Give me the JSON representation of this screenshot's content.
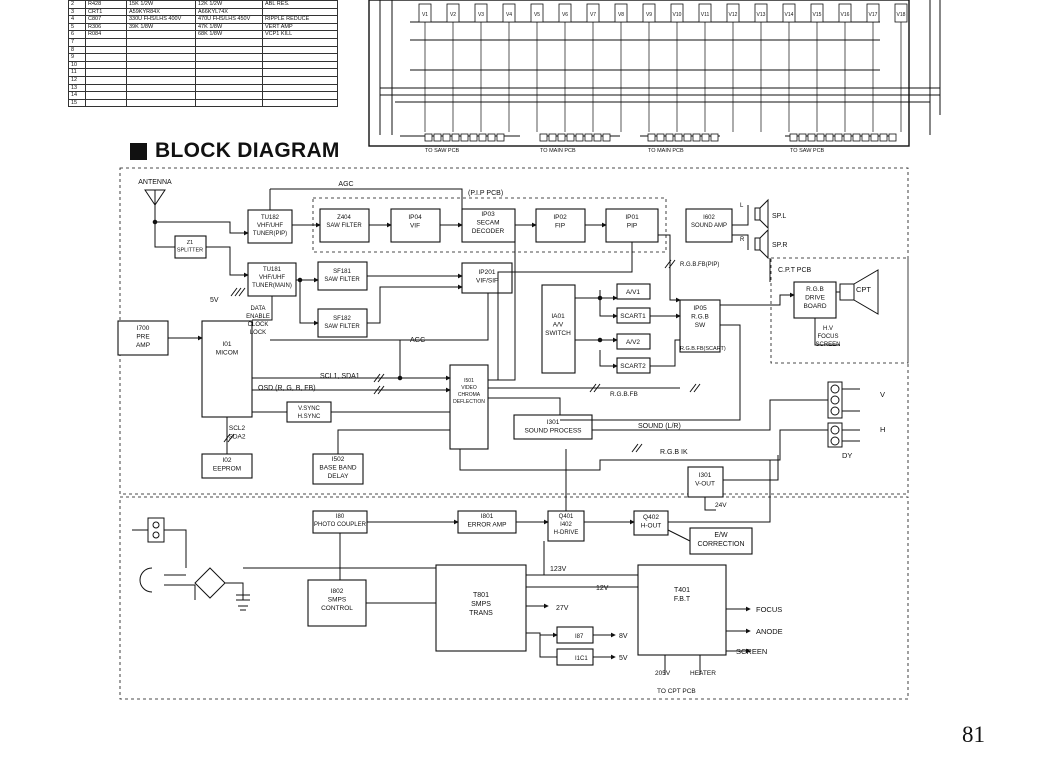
{
  "page_title": "BLOCK DIAGRAM",
  "page_number": "81",
  "parts_table": {
    "rows": [
      {
        "no": "2",
        "ref": "R428",
        "orig": "15K 1/2W",
        "new": "12K 1/2W",
        "func": "ABL RES."
      },
      {
        "no": "3",
        "ref": "CRT1",
        "orig": "A59KYR84X",
        "new": "A66KYL74X",
        "func": ""
      },
      {
        "no": "4",
        "ref": "C807",
        "orig": "330U FHS/LHS 400V",
        "new": "470U FHS/LHS 450V",
        "func": "RIPPLE REDUCE"
      },
      {
        "no": "5",
        "ref": "R306",
        "orig": "39K 1/8W",
        "new": "47K 1/8W",
        "func": "VERT AMP"
      },
      {
        "no": "6",
        "ref": "R084",
        "orig": "",
        "new": "68K 1/8W",
        "func": "VCP1 KILL"
      },
      {
        "no": "7",
        "ref": "",
        "orig": "",
        "new": "",
        "func": ""
      },
      {
        "no": "8",
        "ref": "",
        "orig": "",
        "new": "",
        "func": ""
      },
      {
        "no": "9",
        "ref": "",
        "orig": "",
        "new": "",
        "func": ""
      },
      {
        "no": "10",
        "ref": "",
        "orig": "",
        "new": "",
        "func": ""
      },
      {
        "no": "11",
        "ref": "",
        "orig": "",
        "new": "",
        "func": ""
      },
      {
        "no": "12",
        "ref": "",
        "orig": "",
        "new": "",
        "func": ""
      },
      {
        "no": "13",
        "ref": "",
        "orig": "",
        "new": "",
        "func": ""
      },
      {
        "no": "14",
        "ref": "",
        "orig": "",
        "new": "",
        "func": ""
      },
      {
        "no": "15",
        "ref": "",
        "orig": "",
        "new": "",
        "func": ""
      }
    ]
  },
  "schematic": {
    "connector_labels": [
      "TO SAW PCB",
      "TO MAIN PCB",
      "TO MAIN PCB",
      "TO SAW PCB"
    ],
    "pin_labels": [
      "V1",
      "V2",
      "V3",
      "V4",
      "V5",
      "V6",
      "V7",
      "V8",
      "V9",
      "V10",
      "V11",
      "V12",
      "V13",
      "V14",
      "V15",
      "V16",
      "V17",
      "V18"
    ]
  },
  "blocks": {
    "antenna": "ANTENNA",
    "splitter": [
      "Z1",
      "SPLITTER"
    ],
    "tu182": [
      "TU182",
      "VHF/UHF",
      "TUNER(PIP)"
    ],
    "z404": [
      "Z404",
      "SAW FILTER"
    ],
    "ip04": [
      "IP04",
      "VIF"
    ],
    "ip03": [
      "IP03",
      "SECAM",
      "DECODER"
    ],
    "ip02": [
      "IP02",
      "FIP"
    ],
    "ip01": [
      "IP01",
      "PIP"
    ],
    "pip_pcb": "(P.I.P PCB)",
    "agc_top": "AGC",
    "tu181": [
      "TU181",
      "VHF/UHF",
      "TUNER(MAIN)"
    ],
    "sf181": [
      "SF181",
      "SAW FILTER"
    ],
    "sf182": [
      "SF182",
      "SAW FILTER"
    ],
    "ip201": [
      "IP201",
      "VIF/SIF"
    ],
    "ia01": [
      "IA01",
      "A/V",
      "SWITCH"
    ],
    "av1": "A/V1",
    "scart1": "SCART1",
    "av2": "A/V2",
    "scart2": "SCART2",
    "i602": [
      "I602",
      "SOUND AMP"
    ],
    "spl": "SP.L",
    "spr": "SP.R",
    "lr_l": "L",
    "lr_r": "R",
    "rgb_fb_pip": "R.G.B.FB(PIP)",
    "ip05": [
      "IP05",
      "R.G.B",
      "SW"
    ],
    "rgb_fb_scart": "R.G.B.FB(SCART)",
    "cpt_pcb": "C.P.T PCB",
    "rgb_drive": [
      "R.G.B",
      "DRIVE",
      "BOARD"
    ],
    "cpt": "CPT",
    "hv_focus": [
      "H.V",
      "FOCUS",
      "SCREEN"
    ],
    "i700": [
      "I700",
      "PRE",
      "AMP"
    ],
    "i01": [
      "I01",
      "MICOM"
    ],
    "micom_signals": [
      "DATA",
      "ENABLE",
      "CLOCK",
      "LOCK"
    ],
    "v5": "5V",
    "agc_mid": "AGC",
    "scl1_sda1": "SCL1, SDA1",
    "osd": "OSD (R, G, B, FB)",
    "sync": [
      "V.SYNC",
      "H.SYNC"
    ],
    "i501": [
      "I501",
      "VIDEO",
      "CHROMA",
      "DEFLECTION"
    ],
    "i301": [
      "I301",
      "SOUND PROCESS"
    ],
    "rgb_fb_in": "R.G.B.FB",
    "sound_lr": "SOUND (L/R)",
    "scl2_sda2": [
      "SCL2",
      "SDA2"
    ],
    "eeprom": [
      "I02",
      "EEPROM"
    ],
    "i502": [
      "I502",
      "BASE BAND",
      "DELAY"
    ],
    "rgb_ik": "R.G.B IK",
    "i301v": [
      "I301",
      "V-OUT"
    ],
    "v24": "24V",
    "v_label": "V",
    "h_label": "H",
    "dy": "DY",
    "i80": [
      "I80",
      "PHOTO COUPLER"
    ],
    "i801": [
      "I801",
      "ERROR AMP"
    ],
    "q401": [
      "Q401",
      "I402",
      "H-DRIVE"
    ],
    "q402": [
      "Q402",
      "H-OUT"
    ],
    "ew": [
      "E/W",
      "CORRECTION"
    ],
    "i802": [
      "I802",
      "SMPS",
      "CONTROL"
    ],
    "t801": [
      "T801",
      "SMPS",
      "TRANS"
    ],
    "v123": "123V",
    "v12": "12V",
    "v27": "27V",
    "i87": "I87",
    "i1c1": "I1C1",
    "v8": "8V",
    "v5b": "5V",
    "t401": [
      "T401",
      "F.B.T"
    ],
    "focus": "FOCUS",
    "anode": "ANODE",
    "screen": "SCREEN",
    "v205": "205V",
    "heater": "HEATER",
    "to_cpt_pcb": "TO CPT PCB"
  }
}
